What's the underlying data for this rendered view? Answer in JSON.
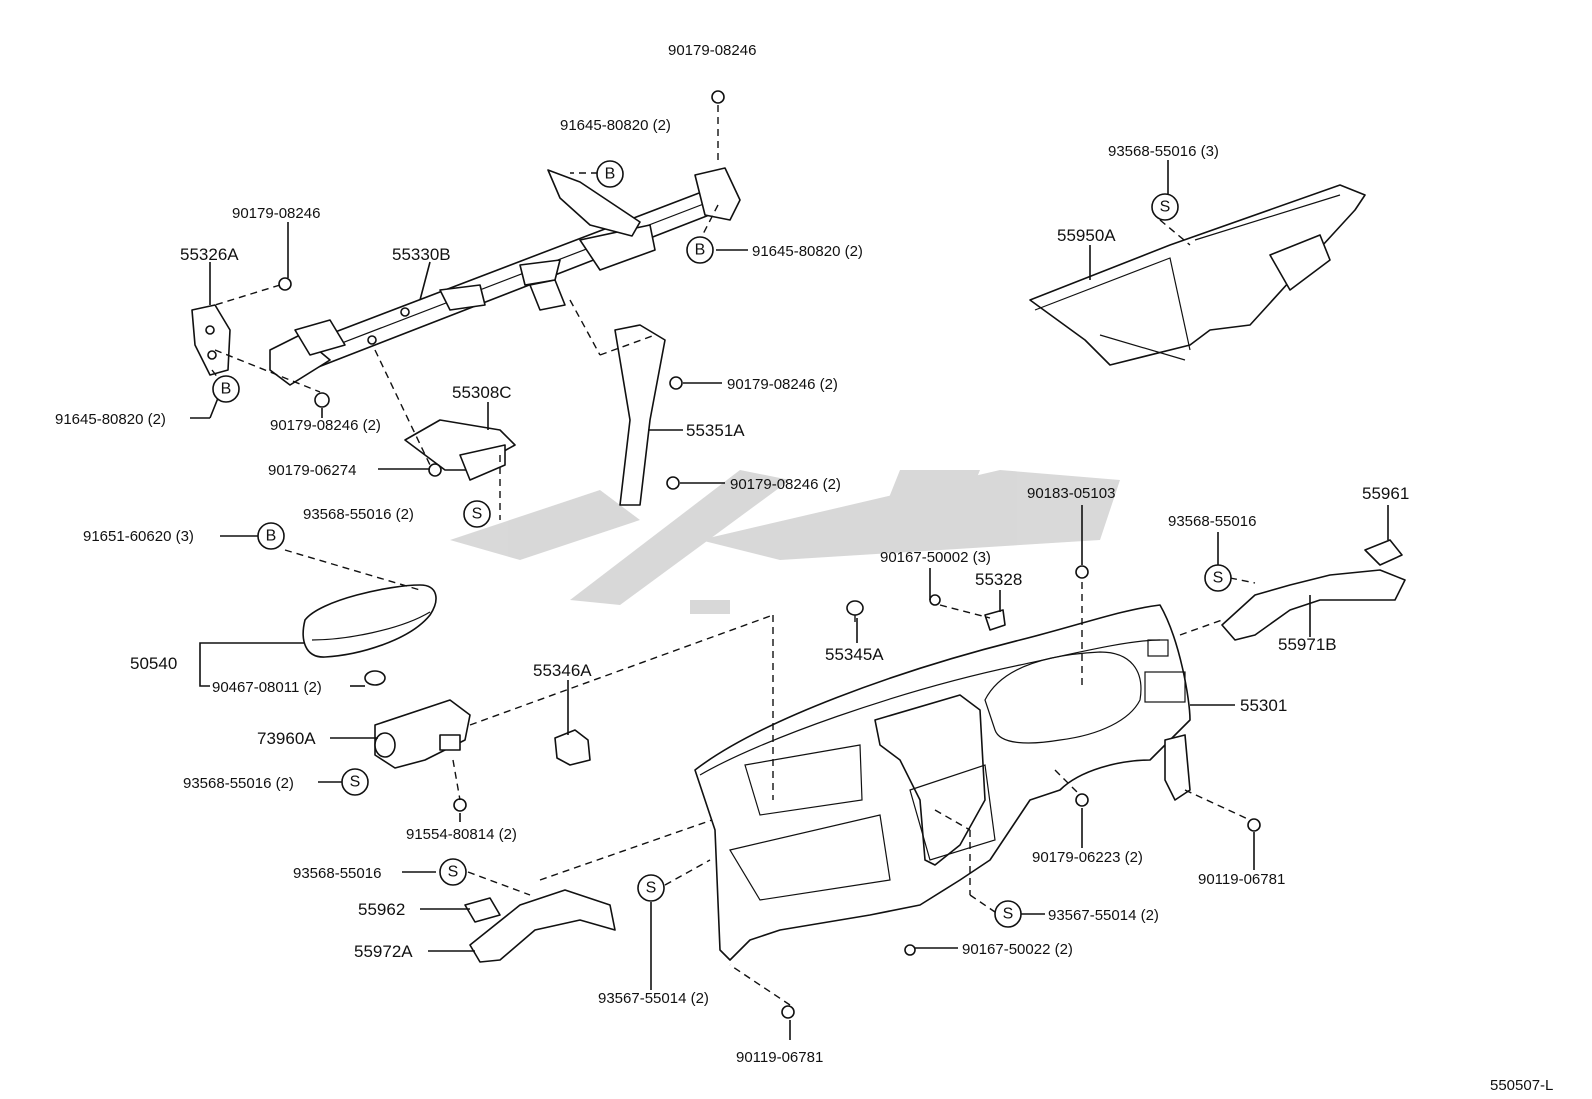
{
  "diagram_code": "550507-L",
  "symbols": {
    "bolt": "B",
    "screw": "S"
  },
  "labels": {
    "n90179_08246_top": "90179-08246",
    "n91645_80820_2_top": "91645-80820 (2)",
    "n90179_08246_left": "90179-08246",
    "n55326A": "55326A",
    "n55330B": "55330B",
    "n91645_80820_2_right": "91645-80820 (2)",
    "n91645_80820_2_left": "91645-80820 (2)",
    "n90179_08246_2_left": "90179-08246 (2)",
    "n55308C": "55308C",
    "n90179_06274": "90179-06274",
    "n93568_55016_2_a": "93568-55016 (2)",
    "n90179_08246_2_mid": "90179-08246 (2)",
    "n55351A": "55351A",
    "n90179_08246_2_low": "90179-08246 (2)",
    "n93568_55016_3": "93568-55016 (3)",
    "n55950A": "55950A",
    "n91651_60620_3": "91651-60620 (3)",
    "n50540": "50540",
    "n90467_08011_2": "90467-08011 (2)",
    "n55346A": "55346A",
    "n73960A": "73960A",
    "n93568_55016_2_b": "93568-55016 (2)",
    "n91554_80814_2": "91554-80814 (2)",
    "n93568_55016_a": "93568-55016",
    "n55962": "55962",
    "n55972A": "55972A",
    "n93567_55014_2_a": "93567-55014 (2)",
    "n90119_06781_a": "90119-06781",
    "n90183_05103": "90183-05103",
    "n90167_50002_3": "90167-50002 (3)",
    "n55328": "55328",
    "n55345A": "55345A",
    "n93568_55016_b": "93568-55016",
    "n55961": "55961",
    "n55971B": "55971B",
    "n55301": "55301",
    "n90179_06223_2": "90179-06223 (2)",
    "n90119_06781_b": "90119-06781",
    "n93567_55014_2_b": "93567-55014 (2)",
    "n90167_50022_2": "90167-50022 (2)"
  }
}
